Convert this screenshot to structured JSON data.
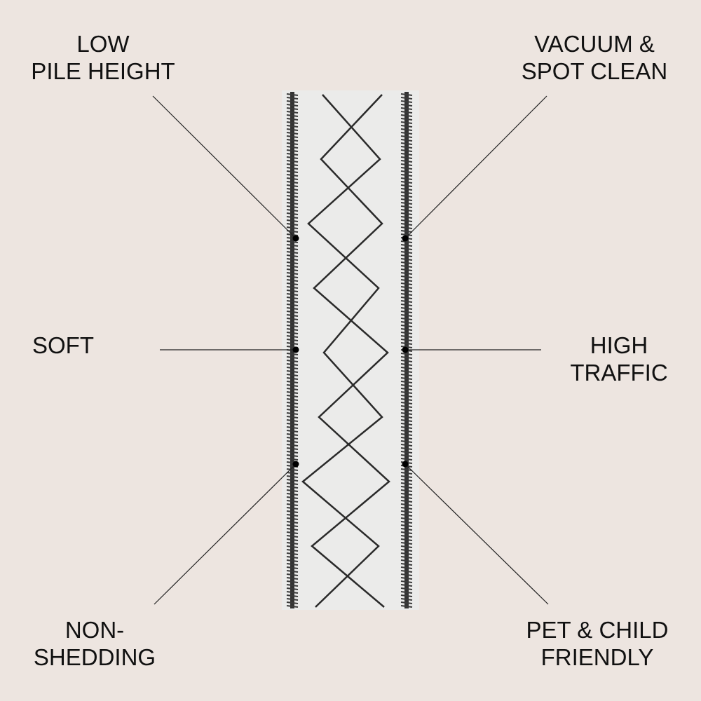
{
  "features": [
    {
      "id": "low-pile-height",
      "lines": [
        "LOW",
        "PILE HEIGHT"
      ]
    },
    {
      "id": "vacuum-spot-clean",
      "lines": [
        "VACUUM &",
        "SPOT CLEAN"
      ]
    },
    {
      "id": "soft",
      "lines": [
        "SOFT"
      ]
    },
    {
      "id": "high-traffic",
      "lines": [
        "HIGH",
        "TRAFFIC"
      ]
    },
    {
      "id": "non-shedding",
      "lines": [
        "NON-",
        "SHEDDING"
      ]
    },
    {
      "id": "pet-child-friendly",
      "lines": [
        "PET & CHILD",
        "FRIENDLY"
      ]
    }
  ],
  "colors": {
    "background": "#ede5e0",
    "rug": "#ebebea",
    "pattern": "#2a2a2a"
  }
}
